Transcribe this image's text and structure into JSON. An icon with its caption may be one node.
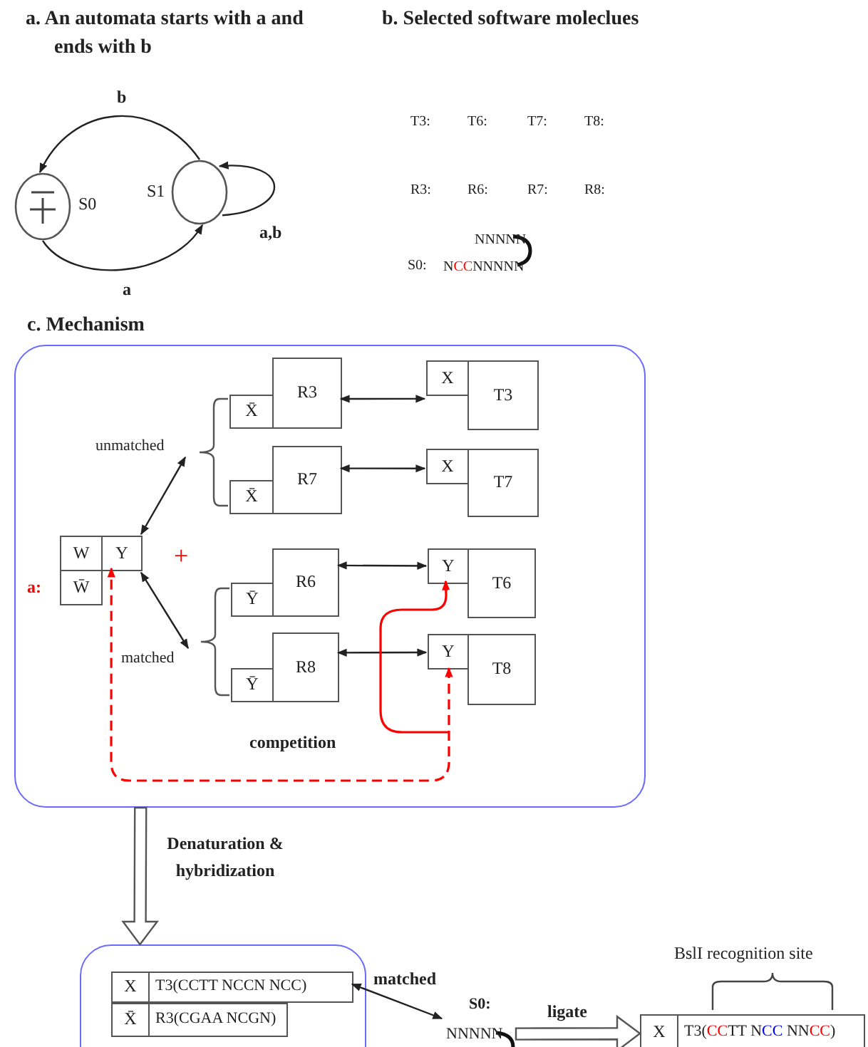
{
  "diagram": {
    "nodes": [
      {
        "text": [],
        "shape": "circle",
        "beside": [
          "S0"
        ]
      },
      {
        "text": [],
        "shape": "circle",
        "beside": [
          "S1"
        ]
      },
      {
        "text": [
          "c. Mechanism"
        ]
      },
      {
        "text": [
          "W",
          "Y",
          "W̄"
        ],
        "beside": [
          "a:"
        ],
        "in": 2
      },
      {
        "text": [
          "unmatched"
        ],
        "in": 2
      },
      {
        "text": [
          "matched"
        ],
        "in": 2
      },
      {
        "text": [
          "X̄",
          "R3"
        ],
        "in": 2
      },
      {
        "text": [
          "X",
          "T3"
        ],
        "in": 2
      },
      {
        "text": [
          "X̄",
          "R7"
        ],
        "in": 2
      },
      {
        "text": [
          "X",
          "T7"
        ],
        "in": 2
      },
      {
        "text": [
          "Ȳ",
          "R6"
        ],
        "in": 2
      },
      {
        "text": [
          "Y",
          "T6"
        ],
        "in": 2
      },
      {
        "text": [
          "Ȳ",
          "R8"
        ],
        "in": 2
      },
      {
        "text": [
          "Y",
          "T8"
        ],
        "in": 2
      },
      {
        "text": [],
        "shape": "box"
      },
      {
        "text": [
          "X",
          "T3(CCTT NCCN NCC)"
        ],
        "in": 14
      },
      {
        "text": [
          "X̄",
          "R3(CGAA NCGN)"
        ],
        "in": 14
      },
      {
        "text": [
          "S0:",
          "NNNNN"
        ]
      },
      {
        "text": [
          "X",
          "T3(CCTT NCC NNCC)"
        ],
        "beside": [
          "BslI recognition site"
        ]
      }
    ],
    "edges": [
      {
        "from": 0,
        "to": 1,
        "arrow": "to",
        "label": "a"
      },
      {
        "from": 1,
        "to": 0,
        "arrow": "to",
        "label": "b"
      },
      {
        "from": 1,
        "to": 1,
        "arrow": "to",
        "label": "a,b"
      },
      {
        "from": 3,
        "to": 4,
        "arrow": "both"
      },
      {
        "from": 3,
        "to": 5,
        "arrow": "both"
      },
      {
        "from": 6,
        "to": 7,
        "arrow": "both"
      },
      {
        "from": 8,
        "to": 9,
        "arrow": "both"
      },
      {
        "from": 10,
        "to": 11,
        "arrow": "both"
      },
      {
        "from": 12,
        "to": 13,
        "arrow": "both"
      },
      {
        "from": 13,
        "to": 3,
        "arrow": "both",
        "style": "dashed",
        "color": "#ff0000"
      },
      {
        "from": null,
        "to": 11,
        "arrow": "to",
        "color": "#ff0000"
      },
      {
        "from": 2,
        "to": 14,
        "arrow": "to",
        "style": "thick",
        "label": "Denaturation & hybridization"
      },
      {
        "from": 15,
        "to": 17,
        "arrow": "both",
        "label": "matched"
      },
      {
        "from": 17,
        "to": 18,
        "arrow": "to",
        "style": "thick",
        "label": "ligate"
      }
    ],
    "labels": [
      "a. An automata starts with a and ends with b",
      "b. Selected software moleclues",
      "T3:",
      "T6:",
      "T7:",
      "T8:",
      "R3:",
      "R6:",
      "R7:",
      "R8:",
      "S0:",
      "NNNNN",
      "NCCNNNNN",
      "+",
      "competition"
    ]
  }
}
